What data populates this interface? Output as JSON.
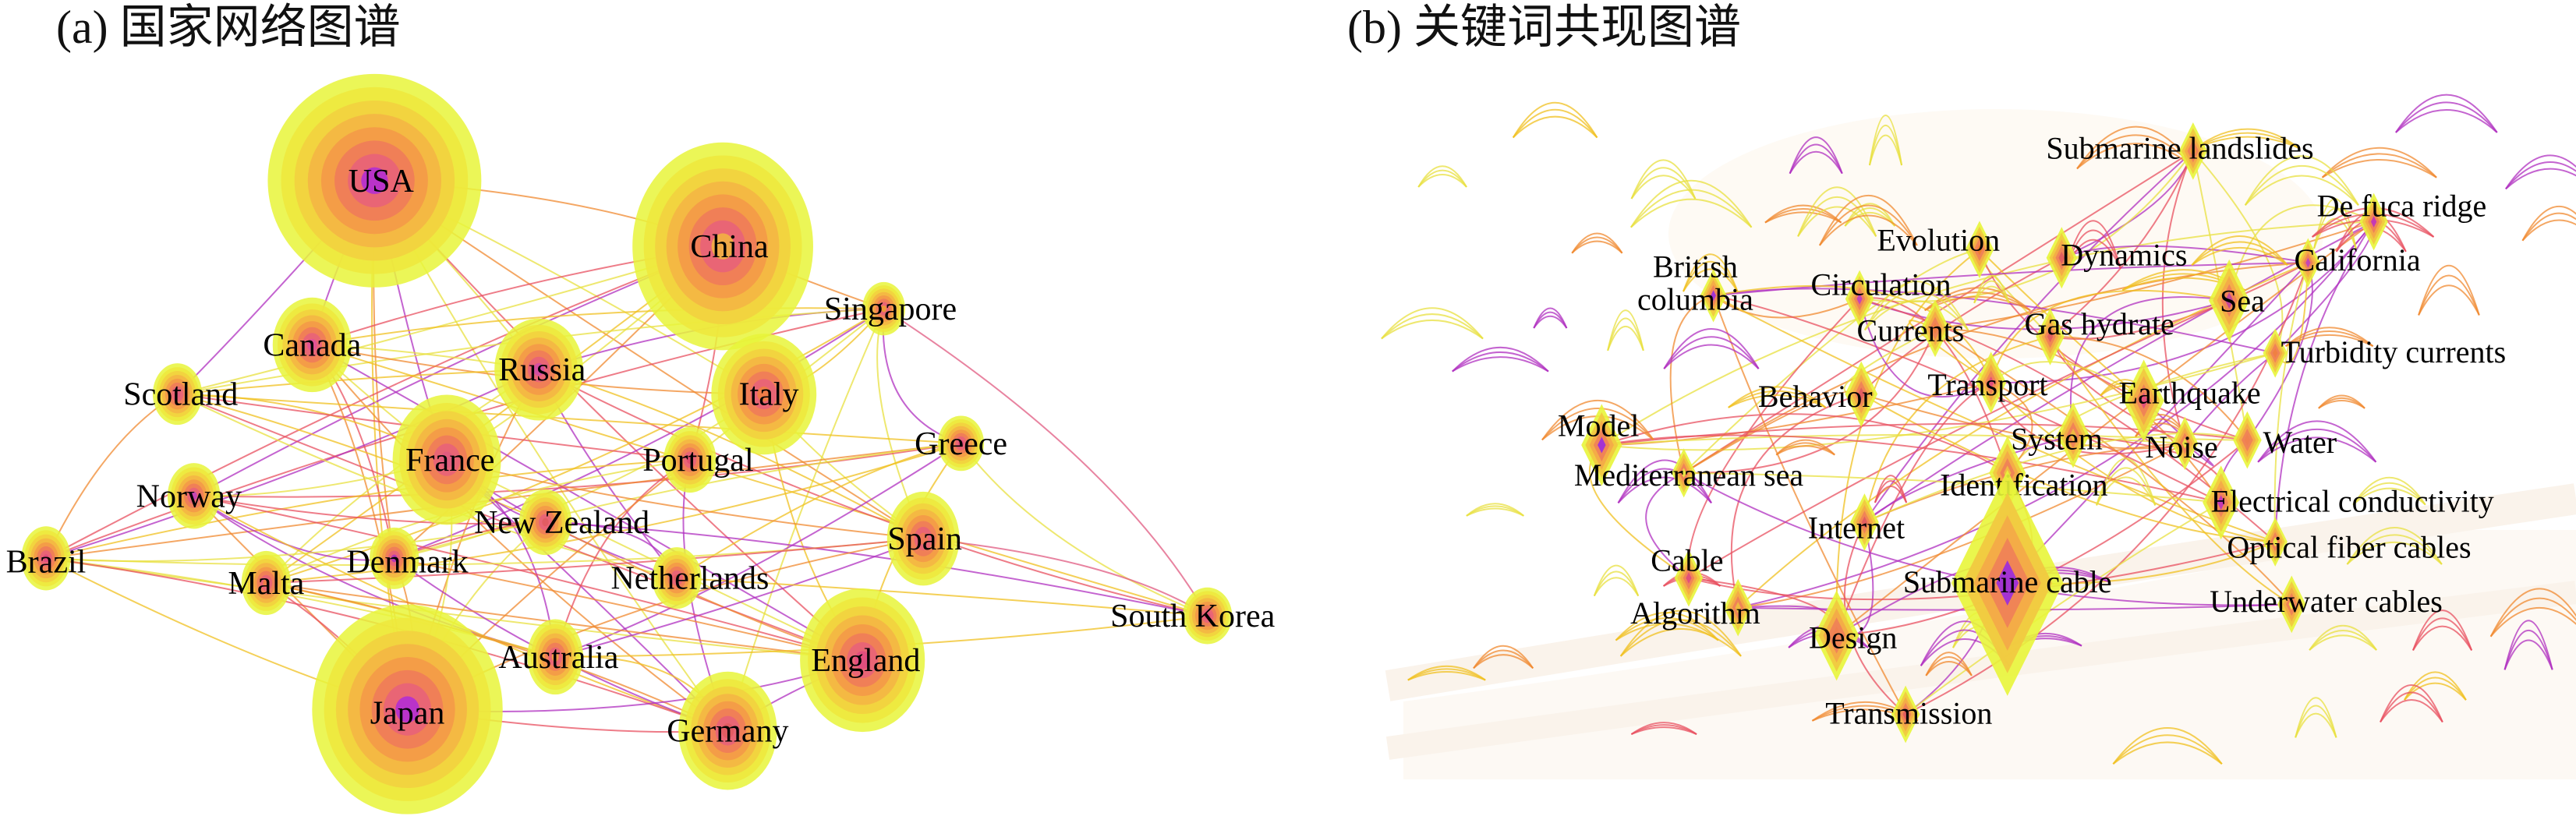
{
  "panel_a": {
    "title": "(a) 国家网络图谱",
    "nodes": [
      {
        "id": "USA",
        "label": "USA",
        "size": "very-large",
        "core": "#b02ad8"
      },
      {
        "id": "China",
        "label": "China",
        "size": "large",
        "core": "#f2b640"
      },
      {
        "id": "Singapore",
        "label": "Singapore",
        "size": "small",
        "core": "#f0a030"
      },
      {
        "id": "Canada",
        "label": "Canada",
        "size": "medium",
        "core": "#e0509a"
      },
      {
        "id": "Russia",
        "label": "Russia",
        "size": "medium",
        "core": "#d04aa8"
      },
      {
        "id": "Scotland",
        "label": "Scotland",
        "size": "small",
        "core": "#e05a80"
      },
      {
        "id": "Italy",
        "label": "Italy",
        "size": "medium",
        "core": "#f08040"
      },
      {
        "id": "Greece",
        "label": "Greece",
        "size": "small",
        "core": "#e04a80"
      },
      {
        "id": "France",
        "label": "France",
        "size": "medium",
        "core": "#e05a80"
      },
      {
        "id": "Portugal",
        "label": "Portugal",
        "size": "small",
        "core": "#e04a70"
      },
      {
        "id": "Norway",
        "label": "Norway",
        "size": "small",
        "core": "#c040c0"
      },
      {
        "id": "NewZealand",
        "label": "New Zealand",
        "size": "small",
        "core": "#e05a60"
      },
      {
        "id": "Brazil",
        "label": "Brazil",
        "size": "small",
        "core": "#e04a80"
      },
      {
        "id": "Denmark",
        "label": "Denmark",
        "size": "small",
        "core": "#b030c0"
      },
      {
        "id": "Spain",
        "label": "Spain",
        "size": "medium",
        "core": "#f07a50"
      },
      {
        "id": "Malta",
        "label": "Malta",
        "size": "small",
        "core": "#f08040"
      },
      {
        "id": "Netherlands",
        "label": "Netherlands",
        "size": "small",
        "core": "#e05a60"
      },
      {
        "id": "SouthKorea",
        "label": "South Korea",
        "size": "small",
        "core": "#e04a80"
      },
      {
        "id": "Australia",
        "label": "Australia",
        "size": "small",
        "core": "#f0a040"
      },
      {
        "id": "England",
        "label": "England",
        "size": "large",
        "core": "#e04a80"
      },
      {
        "id": "Japan",
        "label": "Japan",
        "size": "very-large",
        "core": "#b02ad8"
      },
      {
        "id": "Germany",
        "label": "Germany",
        "size": "medium",
        "core": "#e05a60"
      }
    ]
  },
  "panel_b": {
    "title": "(b) 关键词共现图谱",
    "nodes": [
      {
        "id": "submarine-landslides",
        "label": "Submarine landslides",
        "core": "#f0a030"
      },
      {
        "id": "de-fuca-ridge",
        "label": "De fuca ridge",
        "core": "#c030c0"
      },
      {
        "id": "evolution",
        "label": "Evolution",
        "core": "#f08030"
      },
      {
        "id": "dynamics",
        "label": "Dynamics",
        "core": "#e05a60"
      },
      {
        "id": "california",
        "label": "California",
        "core": "#c040c0"
      },
      {
        "id": "british-columbia",
        "label": "British\ncolumbia",
        "core": "#9a2ae0"
      },
      {
        "id": "circulation",
        "label": "Circulation",
        "core": "#c040c0"
      },
      {
        "id": "sea",
        "label": "Sea",
        "core": "#c040a0"
      },
      {
        "id": "currents",
        "label": "Currents",
        "core": "#f08040"
      },
      {
        "id": "gas-hydrate",
        "label": "Gas hydrate",
        "core": "#e05a60"
      },
      {
        "id": "turbidity-currents",
        "label": "Turbidity currents",
        "core": "#f08040"
      },
      {
        "id": "behavior",
        "label": "Behavior",
        "core": "#e05a60"
      },
      {
        "id": "transport",
        "label": "Transport",
        "core": "#e04a80"
      },
      {
        "id": "earthquake",
        "label": "Earthquake",
        "core": "#e04a80"
      },
      {
        "id": "model",
        "label": "Model",
        "core": "#9a2ae0"
      },
      {
        "id": "system",
        "label": "System",
        "core": "#f0c040"
      },
      {
        "id": "noise",
        "label": "Noise",
        "core": "#e8e840"
      },
      {
        "id": "water",
        "label": "Water",
        "core": "#f08050"
      },
      {
        "id": "mediterranean-sea",
        "label": "Mediterranean sea",
        "core": "#e8f040"
      },
      {
        "id": "identification",
        "label": "Identification",
        "core": "#f0c040"
      },
      {
        "id": "electrical-conductivity",
        "label": "Electrical conductivity",
        "core": "#c030c0"
      },
      {
        "id": "internet",
        "label": "Internet",
        "core": "#e05a60"
      },
      {
        "id": "optical-fiber-cables",
        "label": "Optical fiber cables",
        "core": "#e8f040"
      },
      {
        "id": "cable",
        "label": "Cable",
        "core": "#e04a80"
      },
      {
        "id": "submarine-cable",
        "label": "Submarine cable",
        "core": "#9a2ae0"
      },
      {
        "id": "algorithm",
        "label": "Algorithm",
        "core": "#f0c040"
      },
      {
        "id": "underwater-cables",
        "label": "Underwater cables",
        "core": "#e8f040"
      },
      {
        "id": "design",
        "label": "Design",
        "core": "#f08050"
      },
      {
        "id": "transmission",
        "label": "Transmission",
        "core": "#e05a60"
      }
    ]
  },
  "palette": {
    "outer": "#e8f53a",
    "mid": "#f5a33a",
    "inner": "#ef5f7a",
    "purple": "#a42bd9",
    "edge_colors": [
      "#f0c020",
      "#f08a30",
      "#e85060",
      "#b030c0",
      "#e8e040"
    ]
  }
}
